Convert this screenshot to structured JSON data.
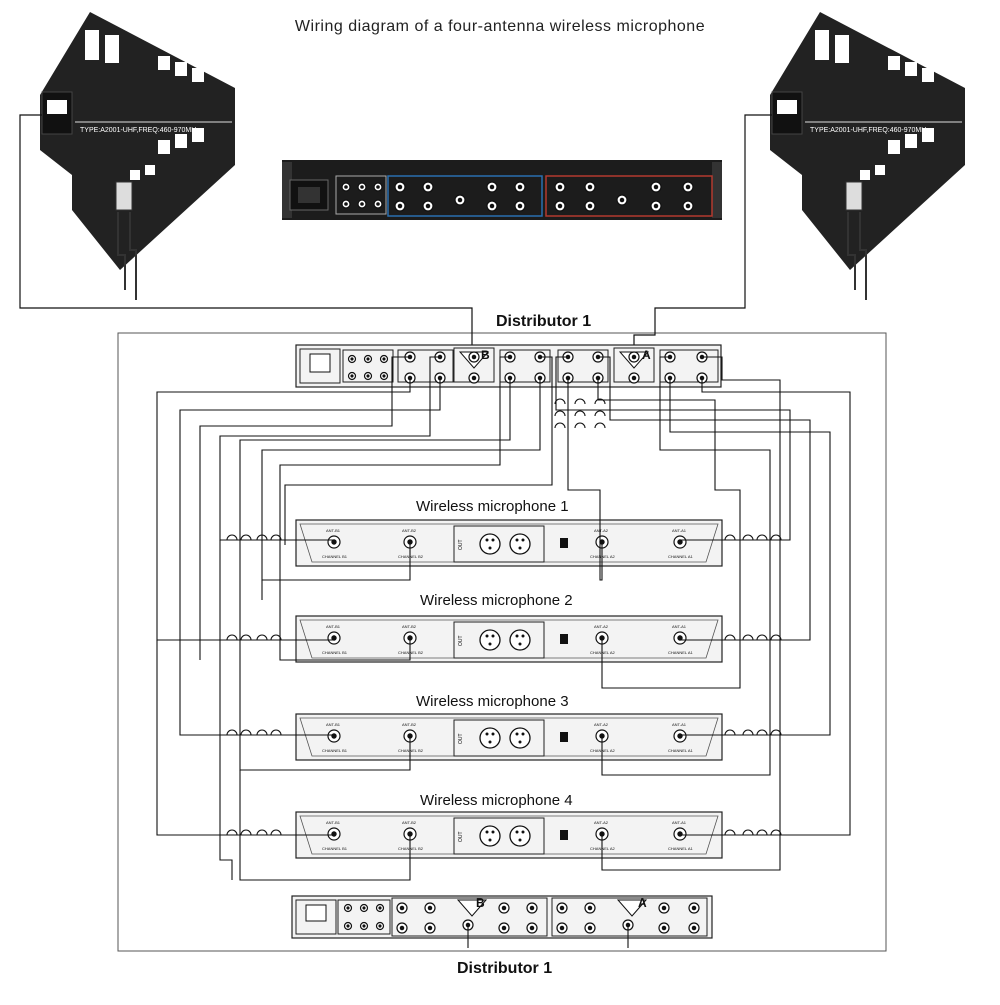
{
  "title": "Wiring diagram of a four-antenna wireless microphone",
  "antenna_type_text": "TYPE:A2001-UHF,FREQ:460-970MHz",
  "distributor_top_label": "Distributor 1",
  "distributor_bottom_label": "Distributor 1",
  "port_b_label": "B",
  "port_a_label": "A",
  "microphones": [
    {
      "label": "Wireless microphone 1"
    },
    {
      "label": "Wireless microphone 2"
    },
    {
      "label": "Wireless microphone 3"
    },
    {
      "label": "Wireless microphone 4"
    }
  ],
  "receiver_out_label": "OUT",
  "receiver_port_labels": [
    "ANT-B1",
    "ANT-B2",
    "ANT-A2",
    "ANT-A1"
  ],
  "receiver_channel_labels": [
    "CHANNEL B1",
    "CHANNEL B2",
    "CHANNEL A2",
    "CHANNEL A1"
  ],
  "colors": {
    "line": "#111111",
    "panel": "#f2f2f2",
    "antenna": "#222222",
    "rack_blue": "#2a6fb0",
    "rack_red": "#b33a2e"
  }
}
